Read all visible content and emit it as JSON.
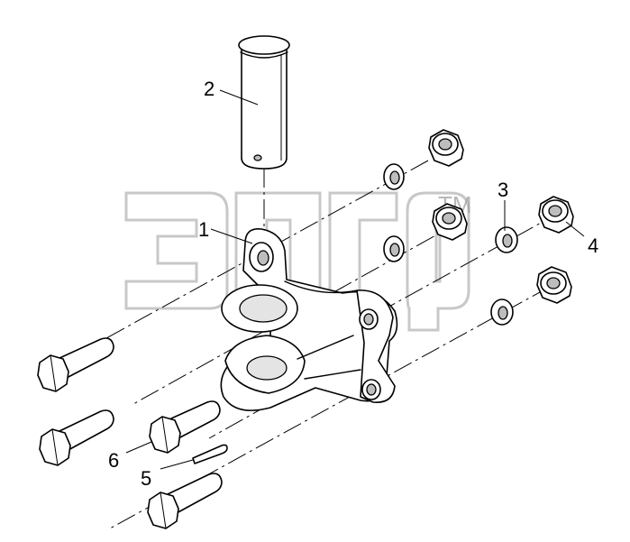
{
  "watermark": {
    "trademark": "TM"
  },
  "callouts": {
    "c1": "1",
    "c2": "2",
    "c3": "3",
    "c4": "4",
    "c5": "5",
    "c6": "6"
  },
  "colors": {
    "line": "#000000",
    "watermark": "#9a9a9a",
    "background": "#ffffff"
  }
}
